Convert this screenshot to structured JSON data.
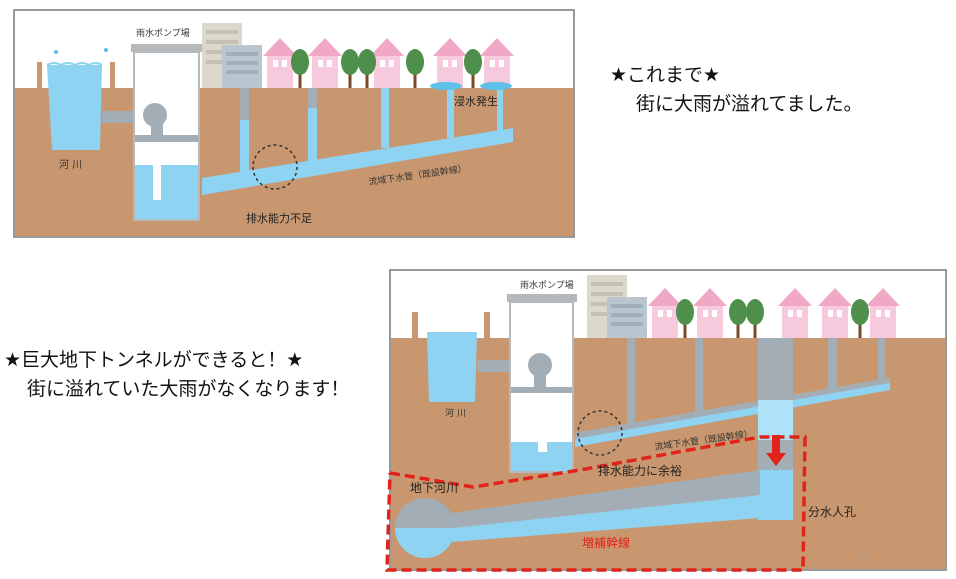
{
  "before": {
    "heading": "★これまで★",
    "subtext": "街に大雨が溢れてました。",
    "diagram": {
      "pump_station_label": "雨水ポンプ場",
      "river_label": "河 川",
      "main_pipe_label": "流域下水管（既設幹線）",
      "capacity_label": "排水能力不足",
      "flooding_label": "浸水発生"
    }
  },
  "after": {
    "heading": "★巨大地下トンネルができると！★",
    "subtext": "街に溢れていた大雨がなくなります！",
    "diagram": {
      "pump_station_label": "雨水ポンプ場",
      "river_label": "河 川",
      "main_pipe_label": "流域下水管（既設幹線）",
      "capacity_label": "排水能力に余裕",
      "underground_river_label": "地下河川",
      "reinforcement_line_label": "増補幹線",
      "diversion_manhole_label": "分水人孔"
    }
  },
  "page_number": "8",
  "colors": {
    "ground": "#c8976f",
    "water": "#8fd3f2",
    "pipe_gray": "#a3adb5",
    "house": "#f6c9dc",
    "roof": "#f0a8c6",
    "tree": "#4f8f4c",
    "highlight_red": "#e2231a"
  }
}
